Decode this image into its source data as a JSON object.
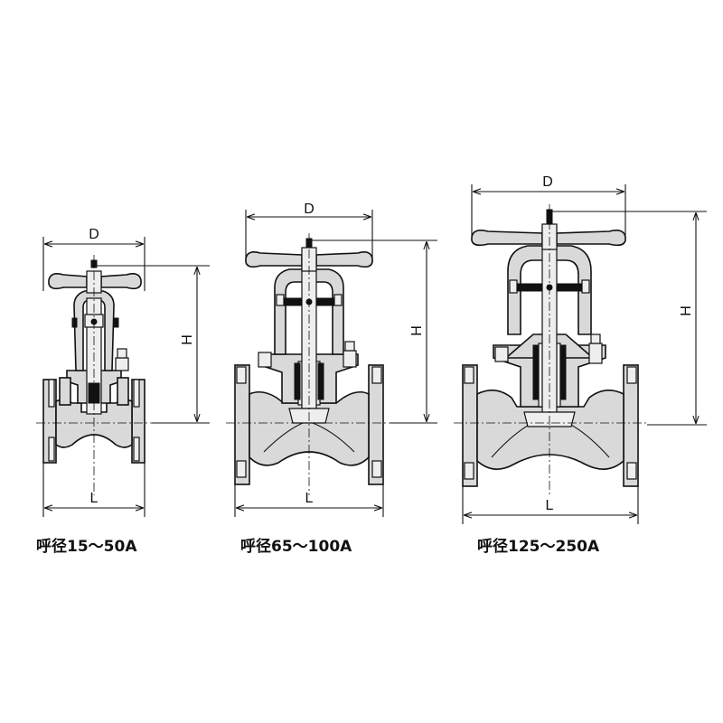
{
  "diagram": {
    "valves": [
      {
        "id": "small",
        "dim_d": "D",
        "dim_h": "H",
        "dim_l": "L",
        "caption": "呼径15～50A"
      },
      {
        "id": "medium",
        "dim_d": "D",
        "dim_h": "H",
        "dim_l": "L",
        "caption": "呼径65～100A"
      },
      {
        "id": "large",
        "dim_d": "D",
        "dim_h": "H",
        "dim_l": "L",
        "caption": "呼径125～250A"
      }
    ]
  }
}
